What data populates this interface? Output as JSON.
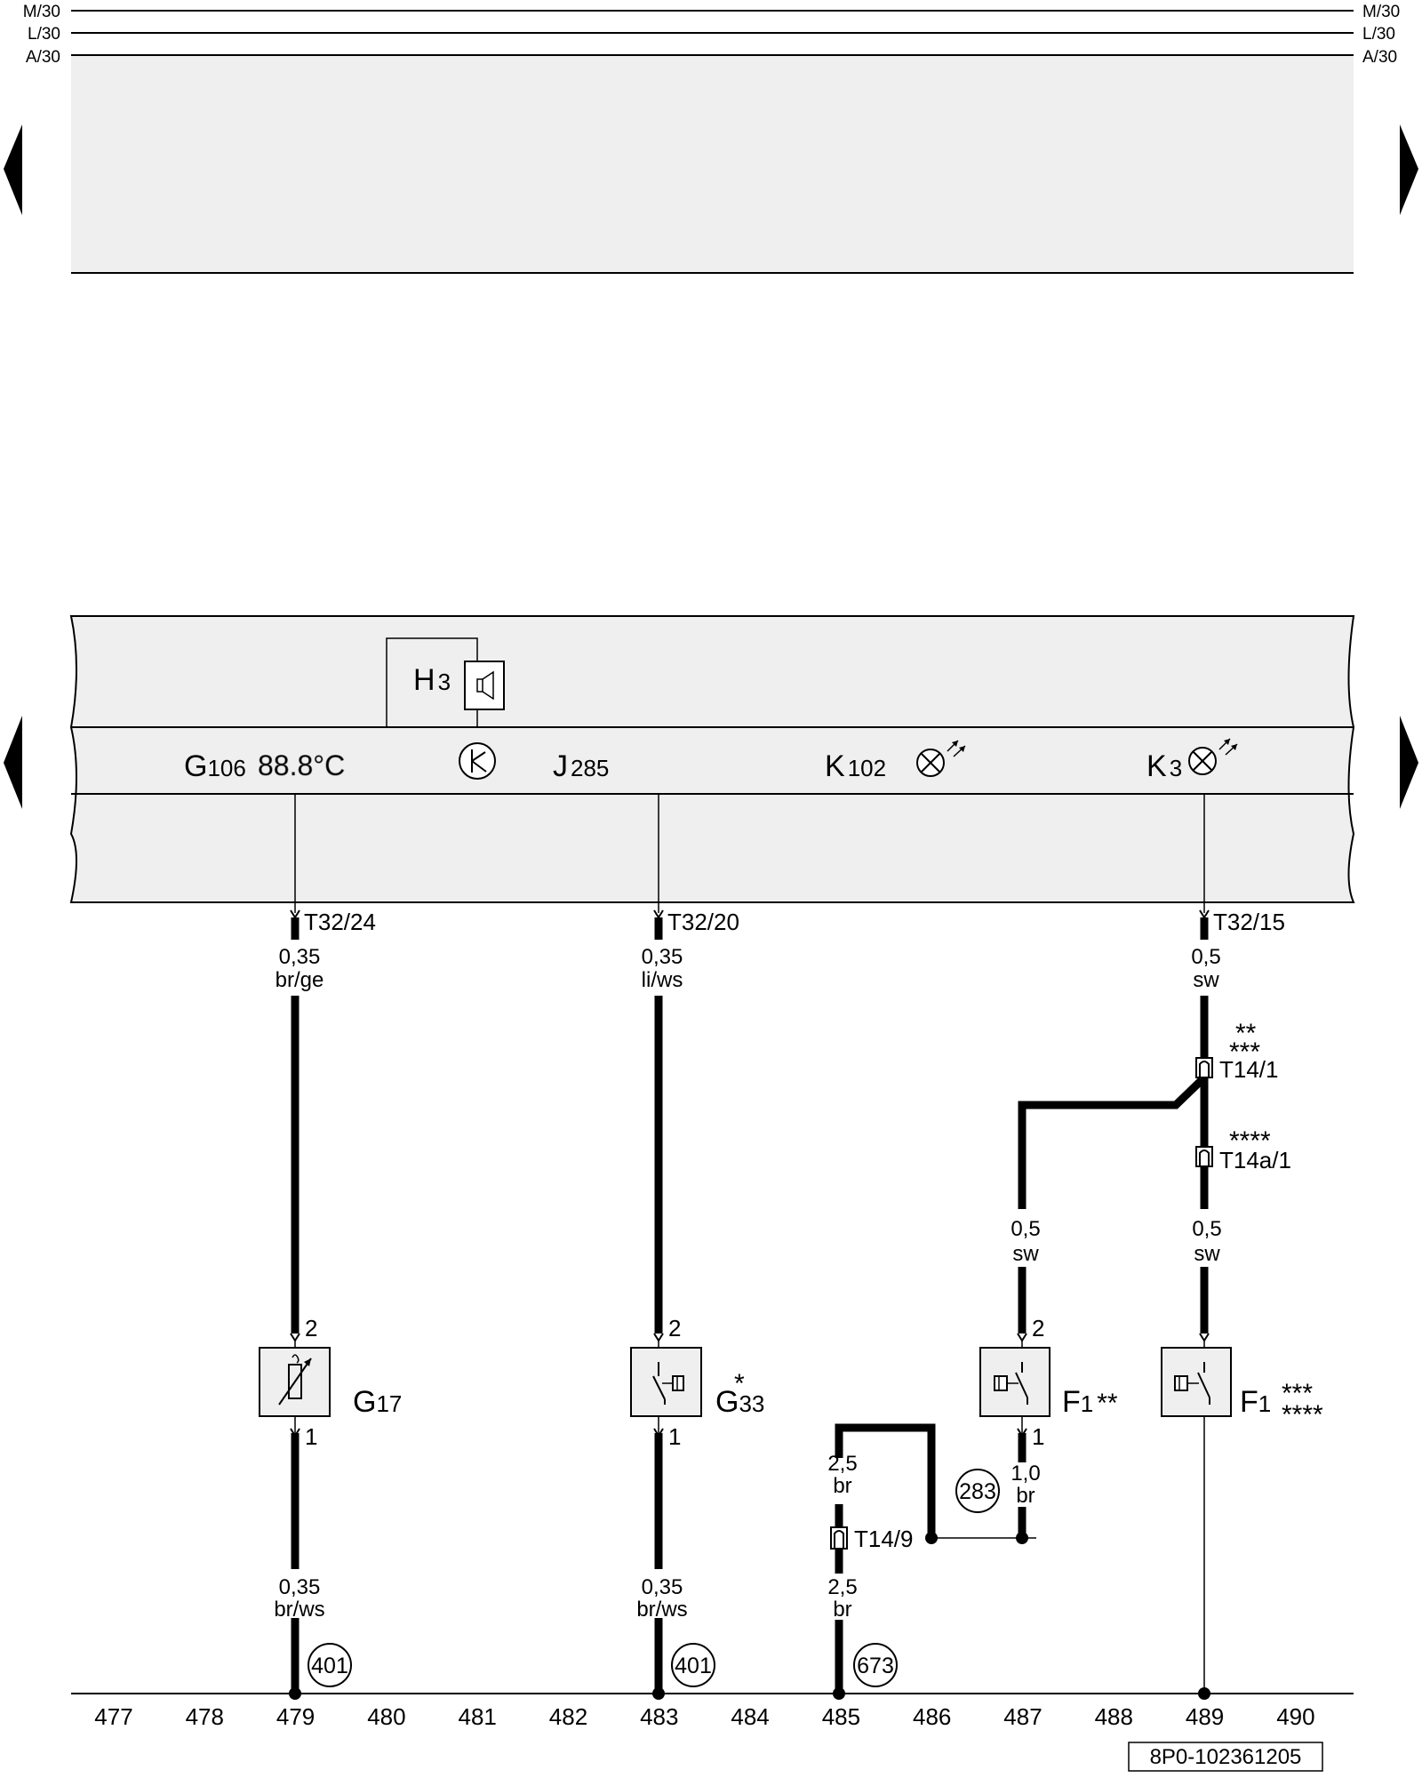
{
  "rails": [
    {
      "left": "M/30",
      "right": "M/30"
    },
    {
      "left": "L/30",
      "right": "L/30"
    },
    {
      "left": "A/30",
      "right": "A/30"
    }
  ],
  "instrument": {
    "h3": {
      "letter": "H",
      "sub": "3"
    },
    "g106": {
      "letter": "G",
      "sub": "106",
      "display": "88.8°C"
    },
    "j285": {
      "letter": "J",
      "sub": "285"
    },
    "k102": {
      "letter": "K",
      "sub": "102"
    },
    "k3": {
      "letter": "K",
      "sub": "3"
    }
  },
  "connectors": {
    "c479_top": "T32/24",
    "c583_top": "T32/20",
    "c1359_top": "T32/15",
    "t14_1": "T14/1",
    "t14a_1": "T14a/1",
    "t14_9": "T14/9"
  },
  "wires": {
    "w479_top": {
      "size": "0,35",
      "color": "br/ge"
    },
    "w583_top": {
      "size": "0,35",
      "color": "li/ws"
    },
    "w1359_top": {
      "size": "0,5",
      "color": "sw"
    },
    "w1150_mid": {
      "size": "0,5",
      "color": "sw"
    },
    "w1359_mid": {
      "size": "0,5",
      "color": "sw"
    },
    "w1150_low": {
      "size": "1,0",
      "color": "br"
    },
    "w945_up": {
      "size": "2,5",
      "color": "br"
    },
    "w945_low": {
      "size": "2,5",
      "color": "br"
    },
    "w479_low": {
      "size": "0,35",
      "color": "br/ws"
    },
    "w583_low": {
      "size": "0,35",
      "color": "br/ws"
    }
  },
  "components": {
    "g17": {
      "letter": "G",
      "sub": "17",
      "pin_top": "2",
      "pin_bottom": "1"
    },
    "g33": {
      "letter": "G",
      "sub": "33",
      "mark": "*",
      "pin_top": "2",
      "pin_bottom": "1"
    },
    "f1a": {
      "letter": "F",
      "sub": "1",
      "mark": "**",
      "pin_top": "2",
      "pin_bottom": "1"
    },
    "f1b": {
      "letter": "F",
      "sub": "1",
      "mark1": "***",
      "mark2": "****"
    }
  },
  "stars": {
    "t14_1_line1": "**",
    "t14_1_line2": "***",
    "t14a_1": "****"
  },
  "refs": [
    "401",
    "401",
    "673",
    "283"
  ],
  "columns": [
    "477",
    "478",
    "479",
    "480",
    "481",
    "482",
    "483",
    "484",
    "485",
    "486",
    "487",
    "488",
    "489",
    "490"
  ],
  "doc_code": "8P0-102361205"
}
